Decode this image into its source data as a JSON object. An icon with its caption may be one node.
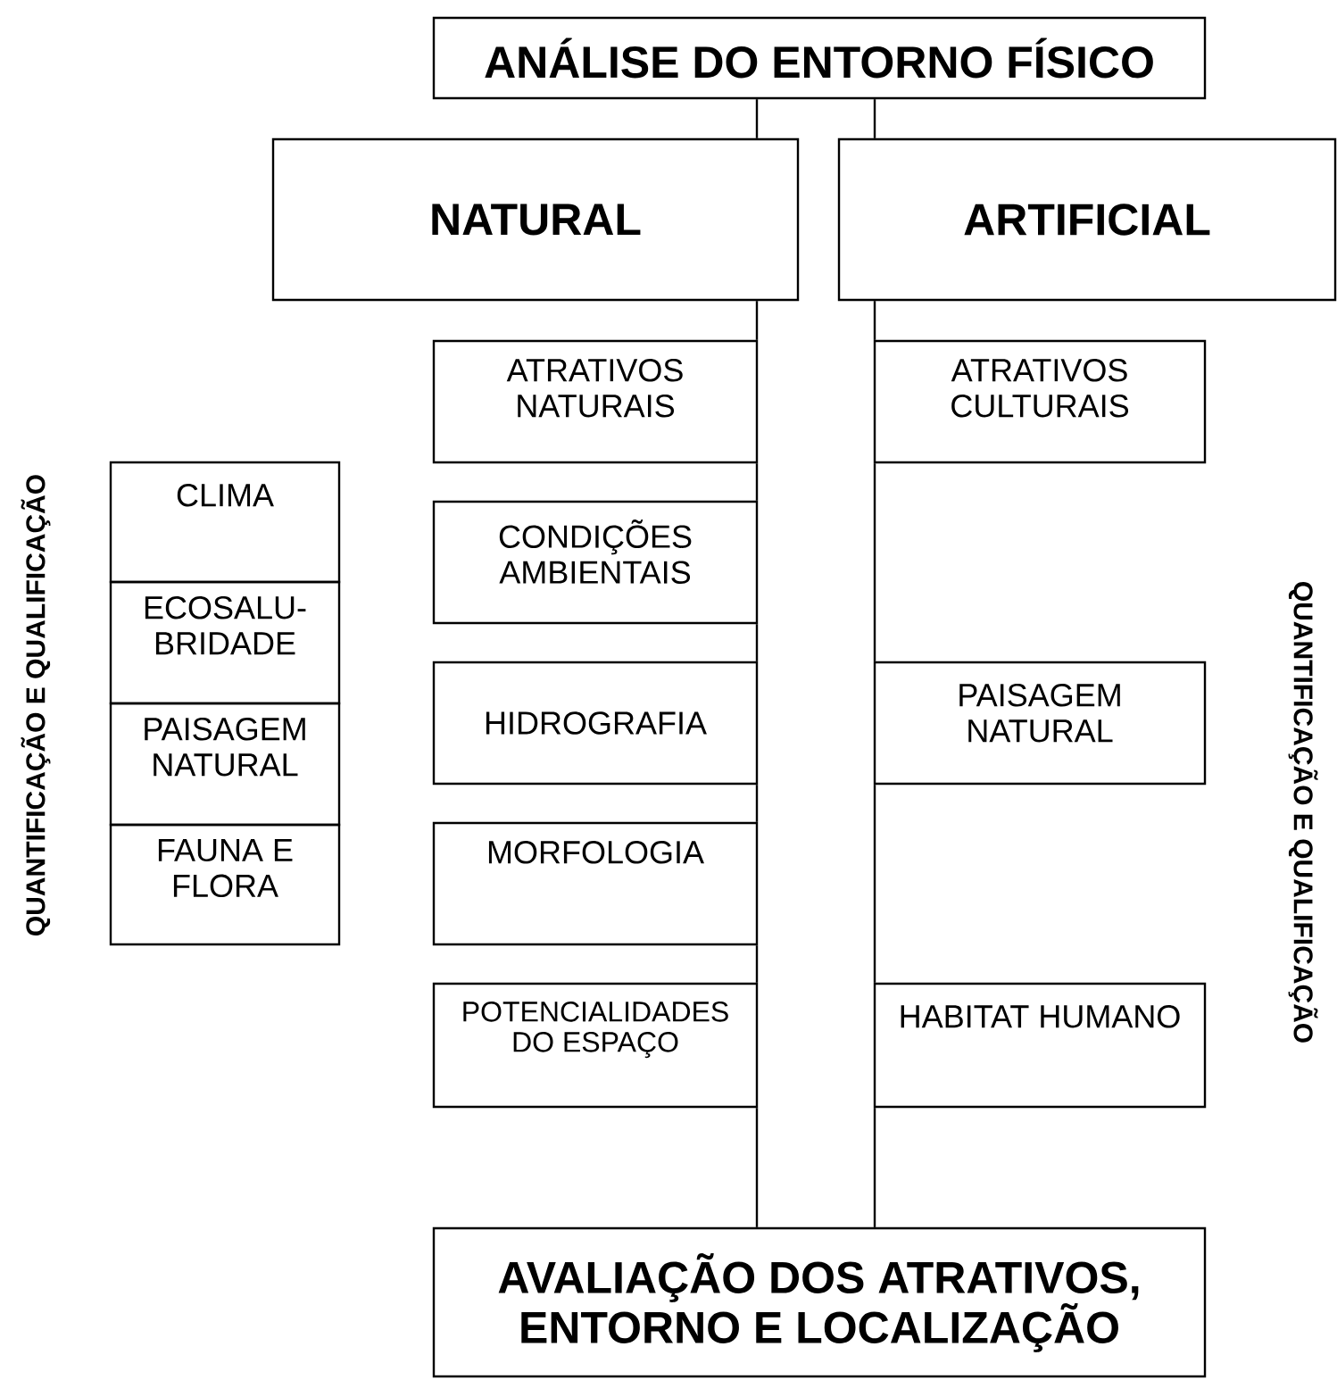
{
  "diagram": {
    "nodes": [
      {
        "text": [
          "ANÁLISE DO ENTORNO FÍSICO"
        ]
      },
      {
        "text": [
          "NATURAL"
        ]
      },
      {
        "text": [
          "ARTIFICIAL"
        ]
      },
      {
        "text": [
          "ATRATIVOS NATURAIS"
        ]
      },
      {
        "text": [
          "ATRATIVOS CULTURAIS"
        ]
      },
      {
        "text": [
          "CLIMA"
        ]
      },
      {
        "text": [
          "ECOSALU-BRIDADE"
        ]
      },
      {
        "text": [
          "CONDIÇÕES AMBIENTAIS"
        ]
      },
      {
        "text": [
          "PAISAGEM NATURAL"
        ]
      },
      {
        "text": [
          "HIDROGRAFIA"
        ]
      },
      {
        "text": [
          "PAISAGEM NATURAL"
        ]
      },
      {
        "text": [
          "FAUNA E FLORA"
        ]
      },
      {
        "text": [
          "MORFOLOGIA"
        ]
      },
      {
        "text": [
          "POTENCIALIDADES DO ESPAÇO"
        ]
      },
      {
        "text": [
          "HABITAT HUMANO"
        ]
      },
      {
        "text": [
          "AVALIAÇÃO DOS ATRATIVOS, ENTORNO E LOCALIZAÇÃO"
        ]
      }
    ],
    "edges": [
      {
        "from": 0,
        "to": 1,
        "arrow": "none"
      },
      {
        "from": 1,
        "to": 3,
        "arrow": "none"
      },
      {
        "from": 3,
        "to": 7,
        "arrow": "none"
      },
      {
        "from": 7,
        "to": 9,
        "arrow": "none"
      },
      {
        "from": 9,
        "to": 12,
        "arrow": "none"
      },
      {
        "from": 12,
        "to": 13,
        "arrow": "none"
      },
      {
        "from": 13,
        "to": 15,
        "arrow": "none"
      },
      {
        "from": 0,
        "to": 2,
        "arrow": "none"
      },
      {
        "from": 2,
        "to": 4,
        "arrow": "none"
      },
      {
        "from": 4,
        "to": 10,
        "arrow": "none"
      },
      {
        "from": 10,
        "to": 14,
        "arrow": "none"
      },
      {
        "from": 14,
        "to": 15,
        "arrow": "none"
      }
    ],
    "labels": [
      "QUANTIFICAÇÃO E QUALIFICAÇÃO",
      "QUANTIFICAÇÃO E QUALIFICAÇÃO"
    ]
  }
}
